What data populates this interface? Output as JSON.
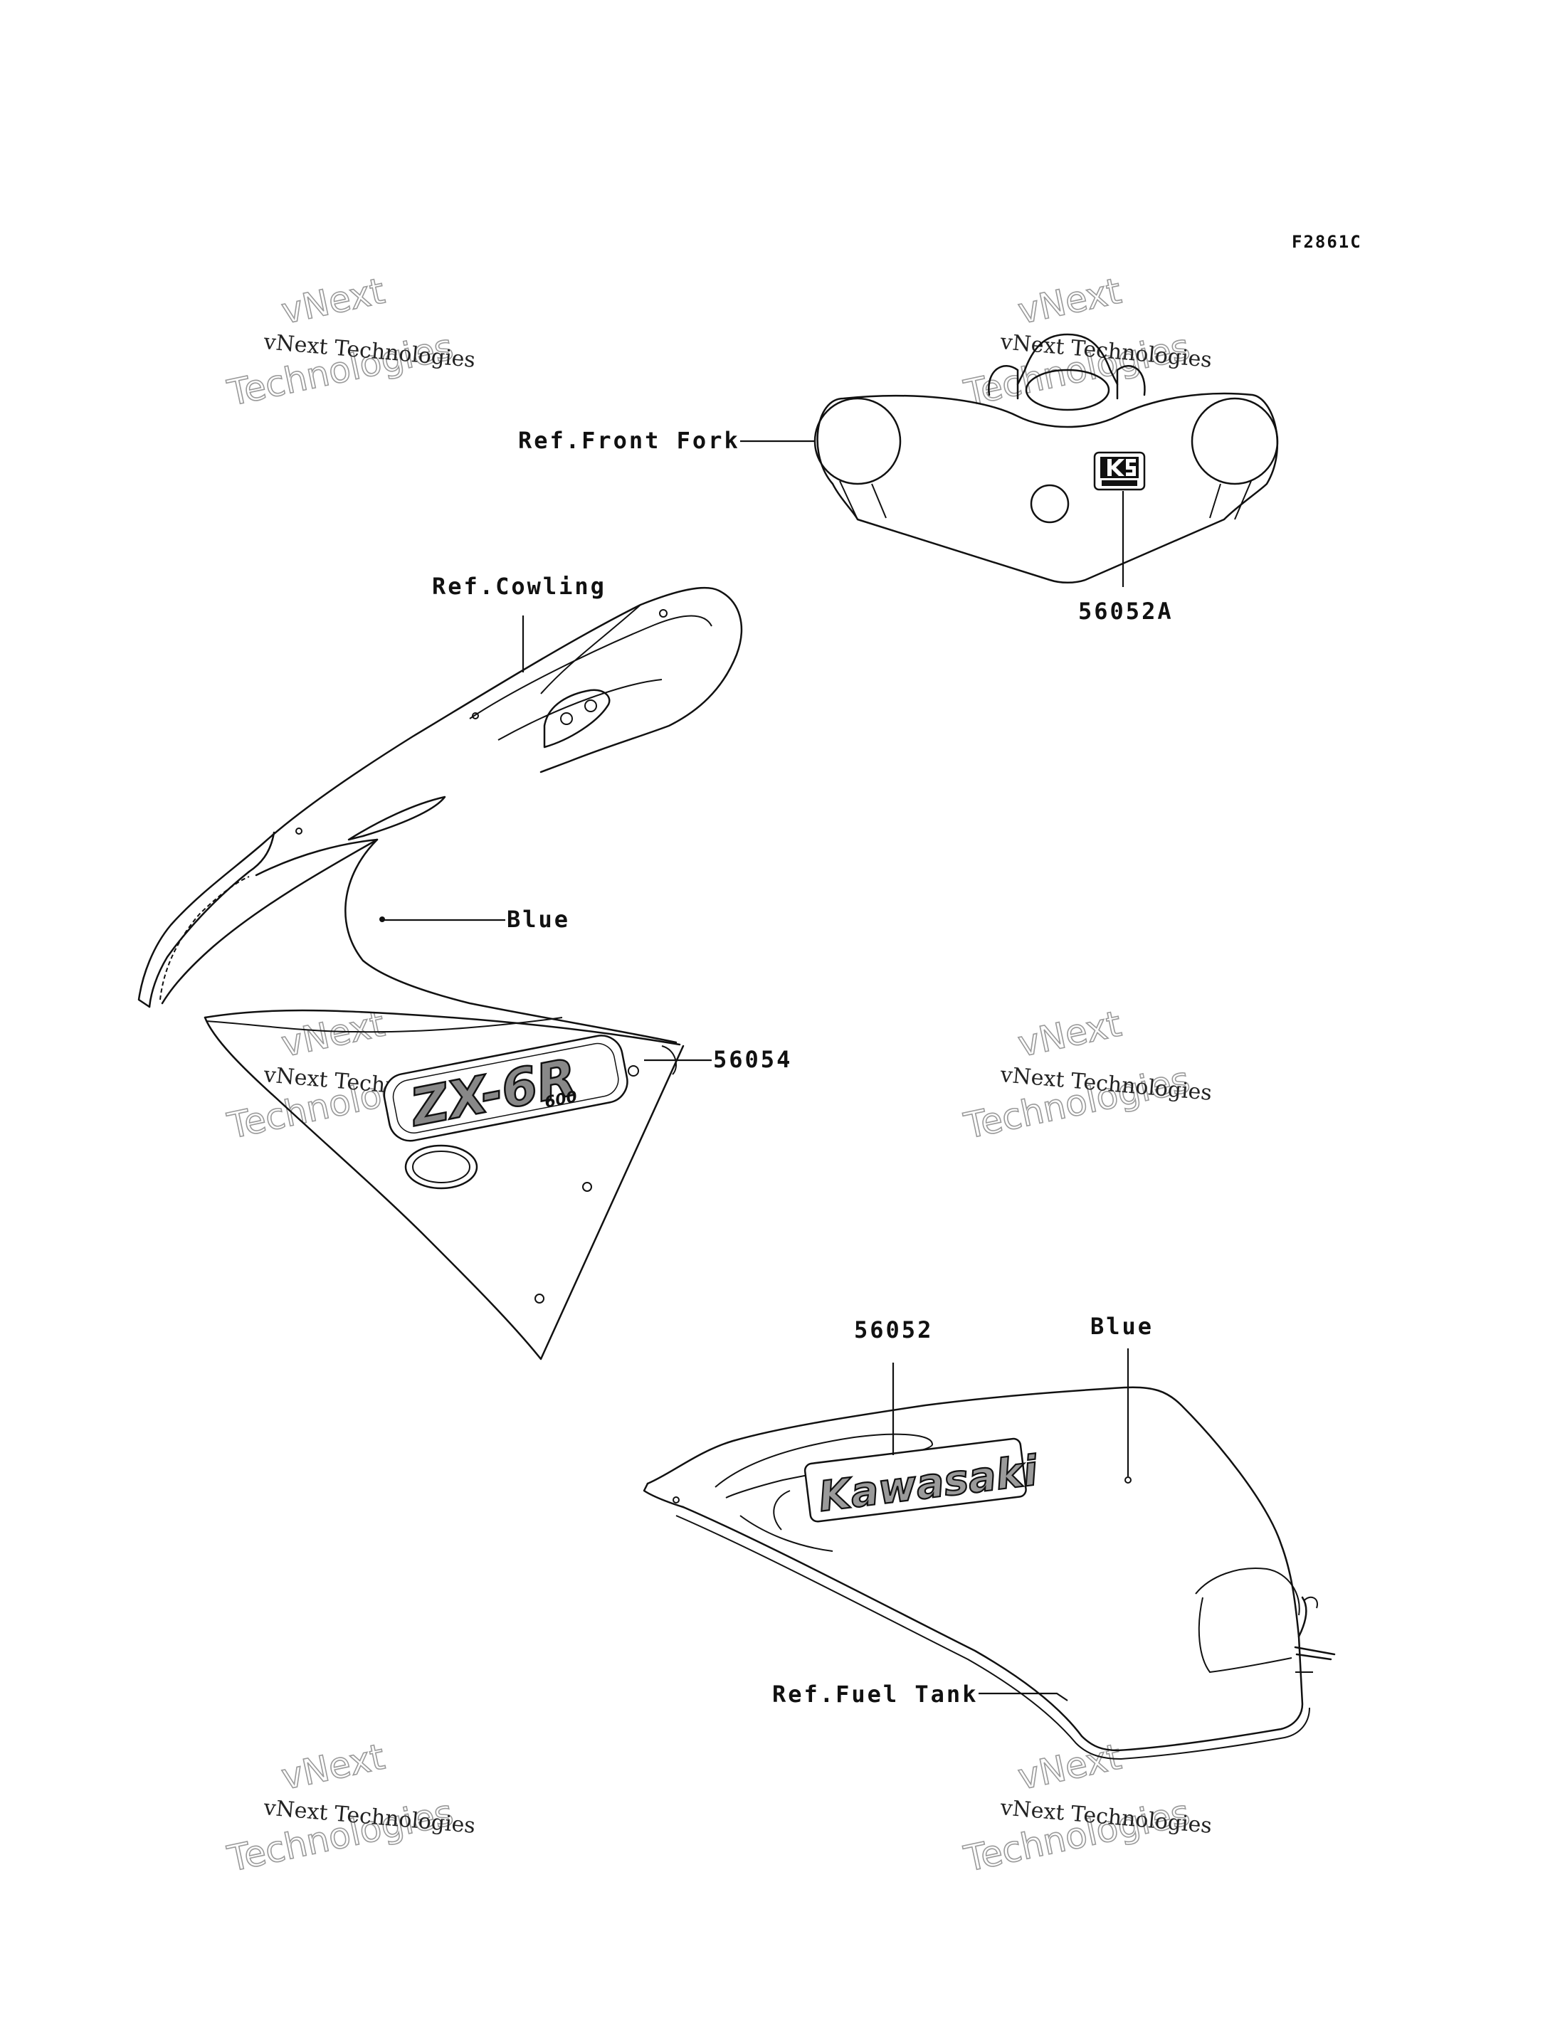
{
  "figure_id": "F2861C",
  "callouts": {
    "front_fork": "Ref.Front Fork",
    "part_56052A": "56052A",
    "cowling": "Ref.Cowling",
    "blue_cowling": "Blue",
    "part_56054": "56054",
    "part_56052": "56052",
    "blue_tank": "Blue",
    "fuel_tank": "Ref.Fuel Tank"
  },
  "decals": {
    "tank_logo": "Kawasaki",
    "cowling_logo": "ZX-6R",
    "cowling_sub": "600"
  },
  "watermark": {
    "line1": "vNext Technologies",
    "line2": "vNext",
    "line3": "Technologies"
  },
  "colors": {
    "ink": "#111111",
    "watermark_outline": "#9a9a9a"
  }
}
